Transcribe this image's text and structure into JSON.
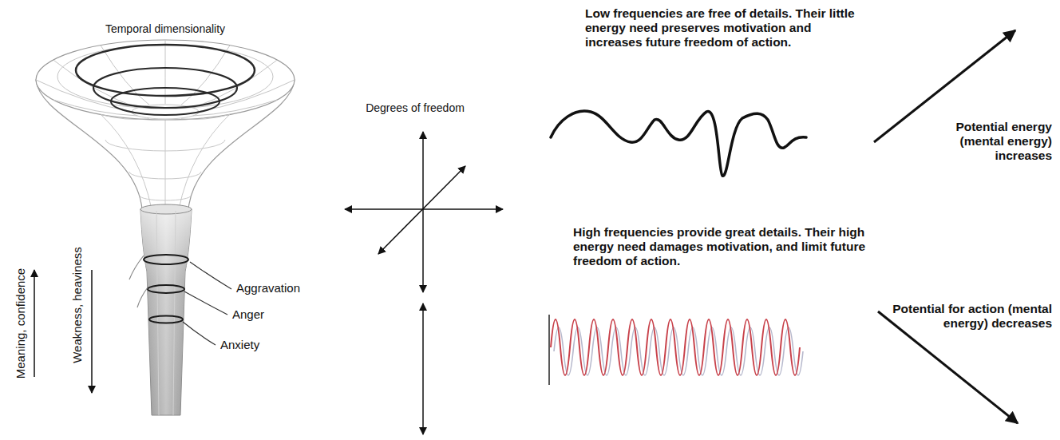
{
  "diagram": {
    "labels": [
      "Temporal dimensionality",
      "Meaning, confidence",
      "Weakness, heaviness",
      "Aggravation",
      "Anger",
      "Anxiety",
      "Degrees of freedom",
      "Low frequencies are free of details. Their little energy need preserves motivation and increases future freedom of action.",
      "Potential energy (mental energy) increases",
      "High frequencies provide great details. Their high energy need damages motivation, and limit future freedom of action.",
      "Potential for action (mental energy) decreases"
    ]
  }
}
